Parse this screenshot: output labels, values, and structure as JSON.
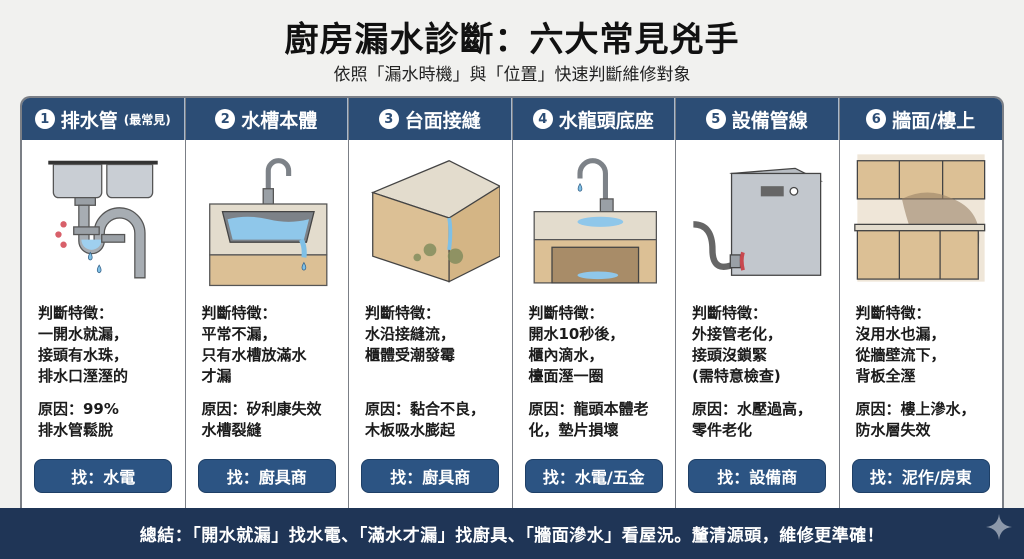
{
  "header": {
    "title": "廚房漏水診斷：六大常見兇手",
    "subtitle": "依照「漏水時機」與「位置」快速判斷維修對象"
  },
  "columns": [
    {
      "number": "1",
      "title": "排水管",
      "note": "(最常見)",
      "illustration": "leaking-drain-pipe",
      "features_label": "判斷特徵：",
      "features": [
        "一開水就漏，",
        "接頭有水珠，",
        "排水口溼溼的"
      ],
      "cause": [
        "原因：99%",
        "排水管鬆脫"
      ],
      "action": "找：水電"
    },
    {
      "number": "2",
      "title": "水槽本體",
      "note": "",
      "illustration": "overflowing-sink",
      "features_label": "判斷特徵：",
      "features": [
        "平常不漏，",
        "只有水槽放滿水",
        "才漏"
      ],
      "cause": [
        "原因：矽利康失效",
        "水槽裂縫"
      ],
      "action": "找：廚具商"
    },
    {
      "number": "3",
      "title": "台面接縫",
      "note": "",
      "illustration": "countertop-seam-mold",
      "features_label": "判斷特徵：",
      "features": [
        "水沿接縫流，",
        "櫃體受潮發霉"
      ],
      "cause": [
        "原因：黏合不良，",
        "木板吸水膨起"
      ],
      "action": "找：廚具商"
    },
    {
      "number": "4",
      "title": "水龍頭底座",
      "note": "",
      "illustration": "faucet-base-leak",
      "features_label": "判斷特徵：",
      "features": [
        "開水10秒後，",
        "櫃內滴水，",
        "檯面溼一圈"
      ],
      "cause": [
        "原因：龍頭本體老",
        "化，墊片損壞"
      ],
      "action": "找：水電/五金"
    },
    {
      "number": "5",
      "title": "設備管線",
      "note": "",
      "illustration": "dishwasher-hose-leak",
      "features_label": "判斷特徵：",
      "features": [
        "外接管老化，",
        "接頭沒鎖緊",
        "(需特意檢查)"
      ],
      "cause": [
        "原因：水壓過高，",
        "零件老化"
      ],
      "action": "找：設備商"
    },
    {
      "number": "6",
      "title": "牆面/樓上",
      "note": "",
      "illustration": "wall-water-stain",
      "features_label": "判斷特徵：",
      "features": [
        "沒用水也漏，",
        "從牆壁流下，",
        "背板全溼"
      ],
      "cause": [
        "原因：樓上滲水，",
        "防水層失效"
      ],
      "action": "找：泥作/房東"
    }
  ],
  "footer": {
    "summary": "總結：「開水就漏」找水電、「滿水才漏」找廚具、「牆面滲水」看屋況。釐清源頭，維修更準確！"
  },
  "colors": {
    "header_bar": "#2c4d75",
    "button": "#2c5483",
    "banner": "#1f3556",
    "water": "#7fc0e6",
    "cabinet": "#dcc095"
  }
}
